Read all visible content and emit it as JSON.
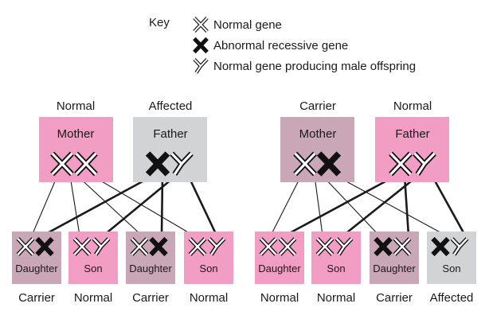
{
  "key": {
    "title": "Key",
    "items": [
      {
        "symbol": "X",
        "type": "normal",
        "label": "Normal gene"
      },
      {
        "symbol": "X",
        "type": "abnormal",
        "label": "Abnormal recessive gene"
      },
      {
        "symbol": "Y",
        "type": "normal",
        "label": "Normal gene producing male offspring"
      }
    ]
  },
  "colors": {
    "pink": "#f29dc3",
    "grey": "#d1d3d4",
    "mauve": "#c9a7b7",
    "line": "#1a1a1a"
  },
  "left": {
    "mother": {
      "status": "Normal",
      "label": "Mother",
      "genes": [
        {
          "s": "X",
          "t": "normal"
        },
        {
          "s": "X",
          "t": "normal"
        }
      ],
      "color": "pink"
    },
    "father": {
      "status": "Affected",
      "label": "Father",
      "genes": [
        {
          "s": "X",
          "t": "abnormal"
        },
        {
          "s": "Y",
          "t": "normal"
        }
      ],
      "color": "grey"
    },
    "children": [
      {
        "label": "Daughter",
        "status": "Carrier",
        "genes": [
          {
            "s": "X",
            "t": "normal"
          },
          {
            "s": "X",
            "t": "abnormal"
          }
        ],
        "color": "mauve"
      },
      {
        "label": "Son",
        "status": "Normal",
        "genes": [
          {
            "s": "X",
            "t": "normal"
          },
          {
            "s": "Y",
            "t": "normal"
          }
        ],
        "color": "pink"
      },
      {
        "label": "Daughter",
        "status": "Carrier",
        "genes": [
          {
            "s": "X",
            "t": "normal"
          },
          {
            "s": "X",
            "t": "abnormal"
          }
        ],
        "color": "mauve"
      },
      {
        "label": "Son",
        "status": "Normal",
        "genes": [
          {
            "s": "X",
            "t": "normal"
          },
          {
            "s": "Y",
            "t": "normal"
          }
        ],
        "color": "pink"
      }
    ]
  },
  "right": {
    "mother": {
      "status": "Carrier",
      "label": "Mother",
      "genes": [
        {
          "s": "X",
          "t": "normal"
        },
        {
          "s": "X",
          "t": "abnormal"
        }
      ],
      "color": "mauve"
    },
    "father": {
      "status": "Normal",
      "label": "Father",
      "genes": [
        {
          "s": "X",
          "t": "normal"
        },
        {
          "s": "Y",
          "t": "normal"
        }
      ],
      "color": "pink"
    },
    "children": [
      {
        "label": "Daughter",
        "status": "Normal",
        "genes": [
          {
            "s": "X",
            "t": "normal"
          },
          {
            "s": "X",
            "t": "normal"
          }
        ],
        "color": "pink"
      },
      {
        "label": "Son",
        "status": "Normal",
        "genes": [
          {
            "s": "X",
            "t": "normal"
          },
          {
            "s": "Y",
            "t": "normal"
          }
        ],
        "color": "pink"
      },
      {
        "label": "Daughter",
        "status": "Carrier",
        "genes": [
          {
            "s": "X",
            "t": "abnormal"
          },
          {
            "s": "X",
            "t": "normal"
          }
        ],
        "color": "mauve"
      },
      {
        "label": "Son",
        "status": "Affected",
        "genes": [
          {
            "s": "X",
            "t": "abnormal"
          },
          {
            "s": "Y",
            "t": "normal"
          }
        ],
        "color": "grey"
      }
    ]
  }
}
